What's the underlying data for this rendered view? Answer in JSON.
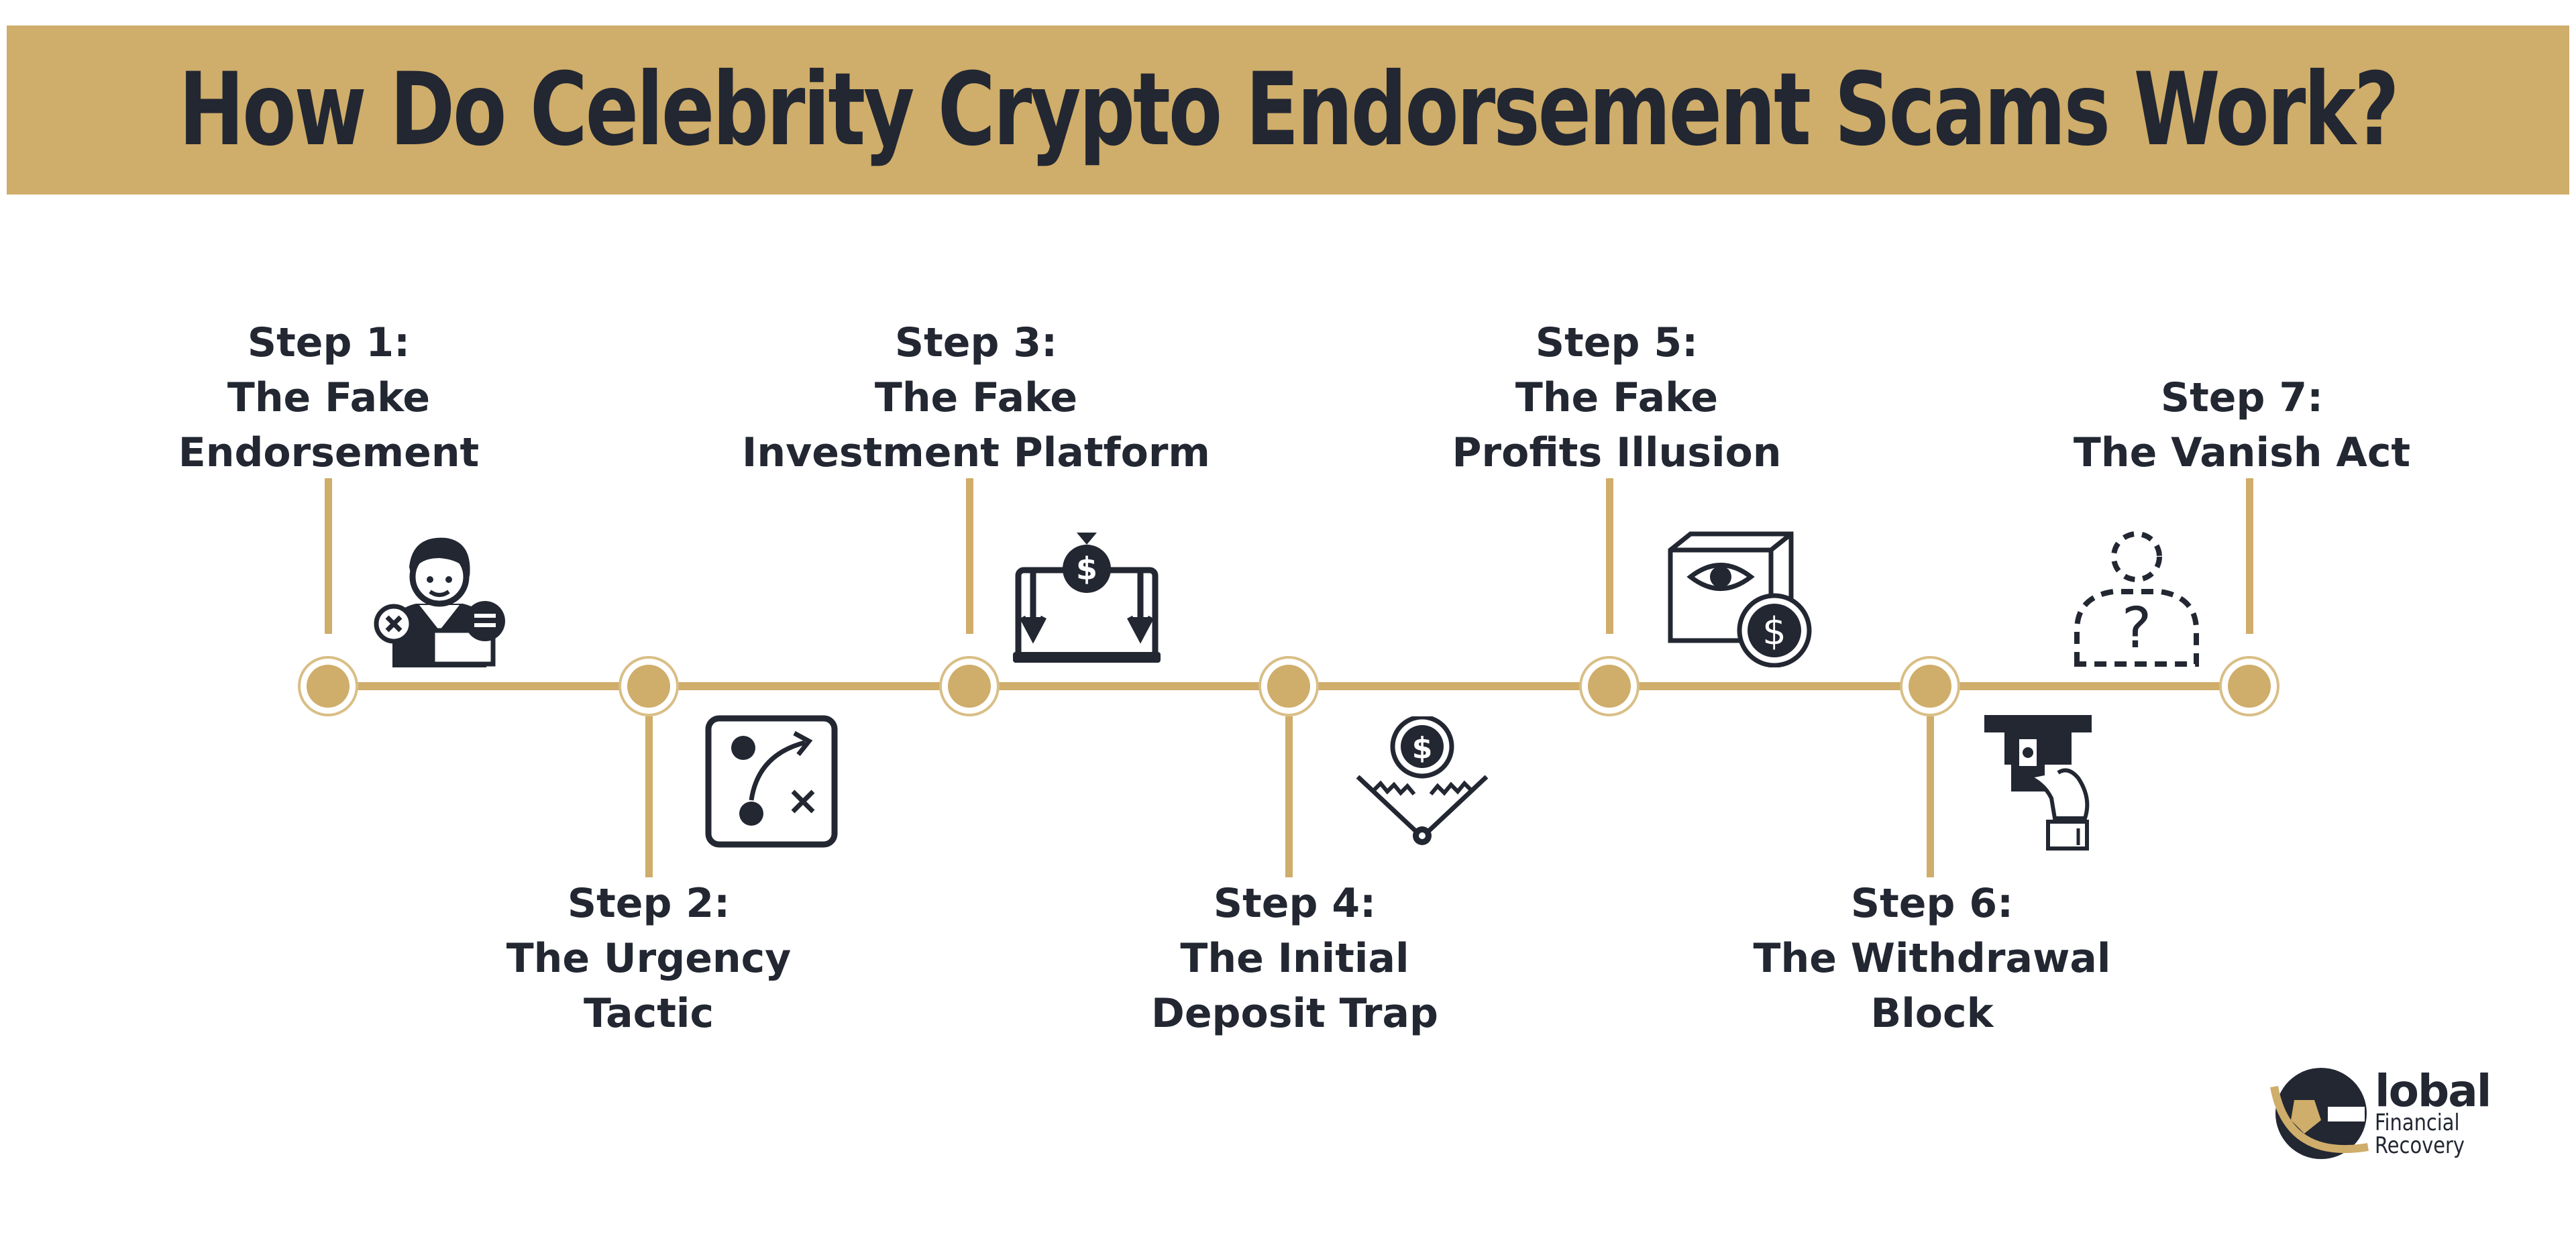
{
  "title": "How Do Celebrity Crypto Endorsement Scams Work?",
  "colors": {
    "gold": "#cfad6a",
    "navy": "#222732",
    "background": "#ffffff"
  },
  "steps": [
    {
      "step": "Step 1:",
      "lines": [
        "The Fake",
        "Endorsement"
      ],
      "icon": "celebrity-endorsement-icon"
    },
    {
      "step": "Step 2:",
      "lines": [
        "The Urgency",
        "Tactic"
      ],
      "icon": "strategy-plan-icon"
    },
    {
      "step": "Step 3:",
      "lines": [
        "The Fake",
        "Investment Platform"
      ],
      "icon": "laptop-money-bag-icon"
    },
    {
      "step": "Step 4:",
      "lines": [
        "The Initial",
        "Deposit Trap"
      ],
      "icon": "money-trap-icon"
    },
    {
      "step": "Step 5:",
      "lines": [
        "The Fake",
        "Profits Illusion"
      ],
      "icon": "illusion-box-dollar-icon"
    },
    {
      "step": "Step 6:",
      "lines": [
        "The Withdrawal",
        "Block"
      ],
      "icon": "atm-withdrawal-icon"
    },
    {
      "step": "Step 7:",
      "lines": [
        "The Vanish Act"
      ],
      "icon": "vanished-person-icon"
    }
  ],
  "logo": {
    "big": "lobal",
    "line1": "Financial",
    "line2": "Recovery",
    "icon": "global-financial-recovery-logo"
  }
}
